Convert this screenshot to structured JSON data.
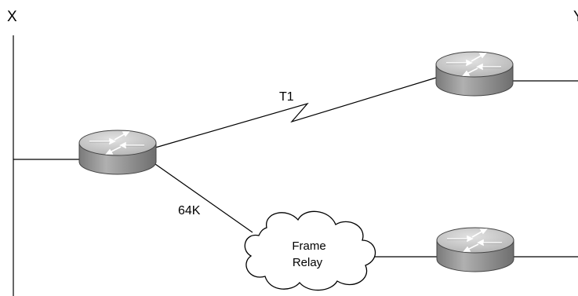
{
  "network_labels": {
    "left": "X",
    "right": "Y"
  },
  "links": {
    "t1": "T1",
    "frame_relay_access": "64K"
  },
  "cloud": {
    "line1": "Frame",
    "line2": "Relay"
  },
  "routers": [
    "router-left",
    "router-top-right",
    "router-bottom-right"
  ],
  "colors": {
    "line": "#000000",
    "router_top": "#c8c8c8",
    "router_side": "#8a8a8a",
    "cloud_fill": "#ffffff"
  }
}
